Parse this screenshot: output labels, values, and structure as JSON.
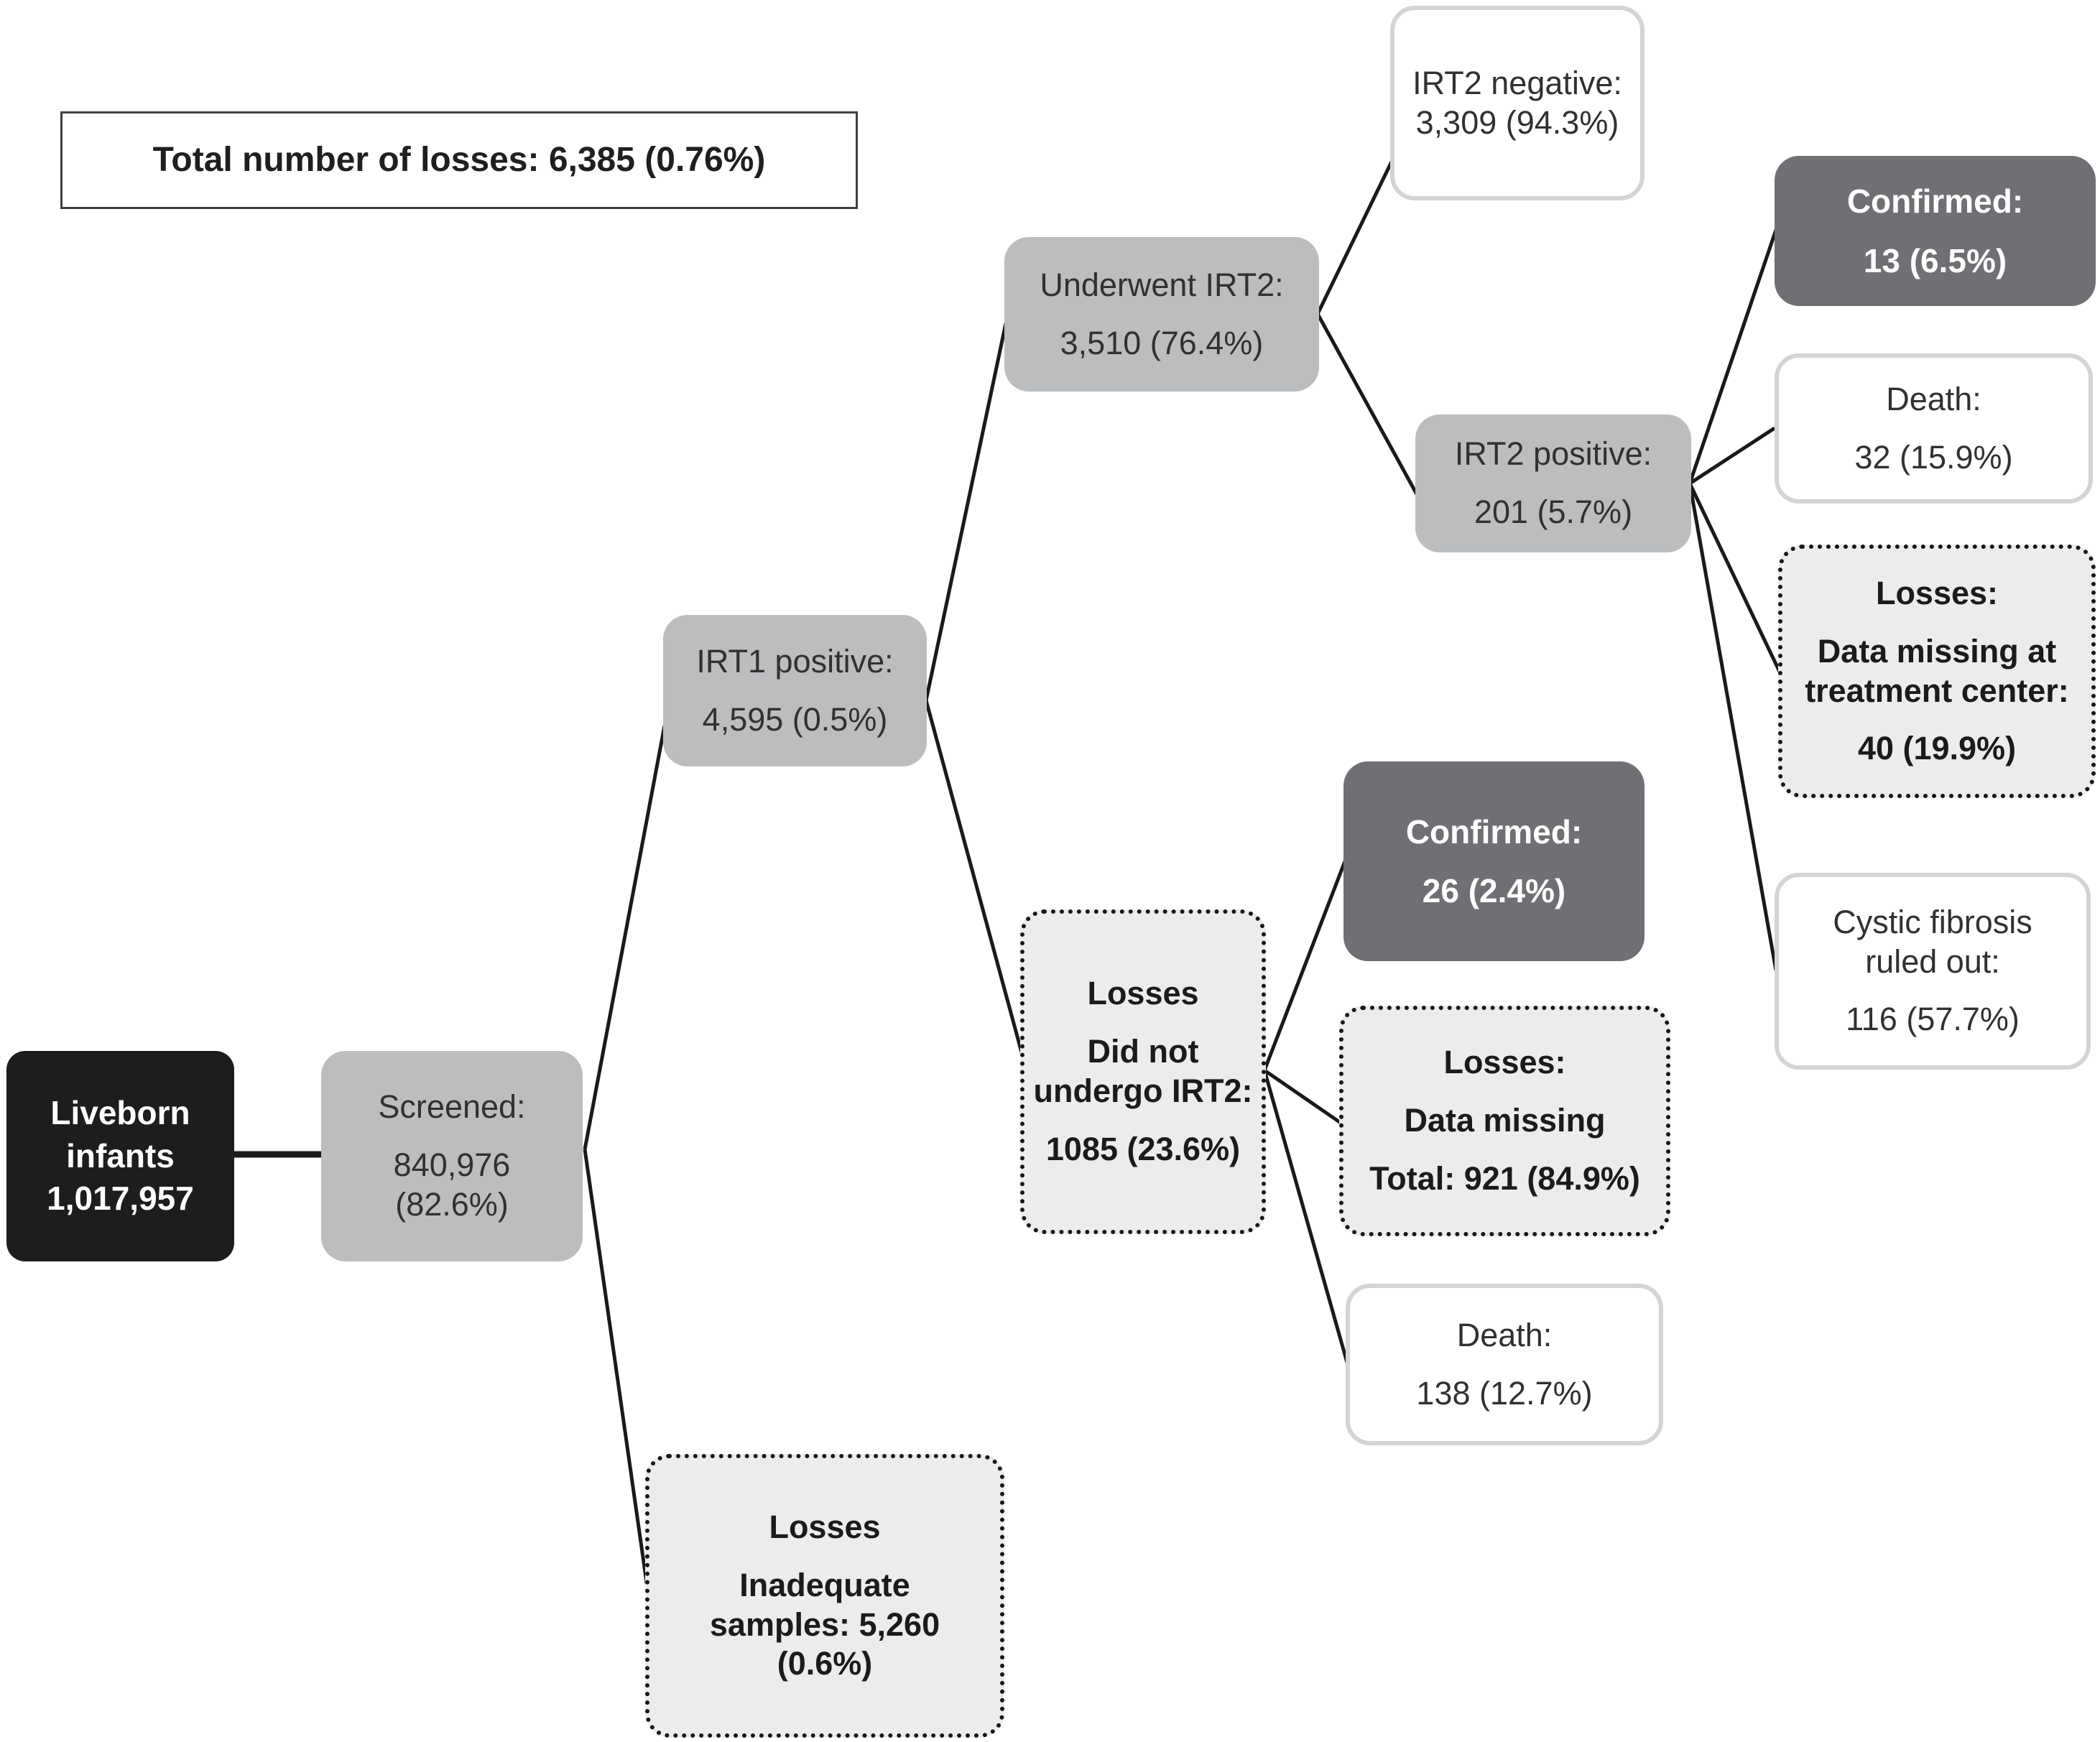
{
  "figure": {
    "type": "flow-diagram",
    "description": "Newborn screening cascade flowchart for cystic fibrosis with losses at each stage"
  },
  "colors": {
    "root_box": "#1d1d1e",
    "stage_box": "#bbbdbf",
    "confirmed_box": "#6f7073",
    "outcome_box_border": "#d2d4d5",
    "losses_box_bg": "#ececed",
    "losses_box_border": "#161616",
    "connector": "#1a1a1a",
    "text_dark": "#313131",
    "text_light": "#ffffff"
  },
  "nodes": {
    "total": {
      "lines": [
        "Total number of losses: 6,385 (0.76%)"
      ]
    },
    "liveborn": {
      "lines": [
        "Liveborn infants 1,017,957"
      ]
    },
    "screened": {
      "lines": [
        "Screened:",
        "840,976 (82.6%)"
      ]
    },
    "irt1_positive": {
      "lines": [
        "IRT1 positive:",
        "4,595 (0.5%)"
      ]
    },
    "underwent_irt2": {
      "lines": [
        "Underwent IRT2:",
        "3,510 (76.4%)"
      ]
    },
    "irt2_negative": {
      "lines": [
        "IRT2 negative: 3,309 (94.3%)"
      ]
    },
    "irt2_positive": {
      "lines": [
        "IRT2 positive:",
        "201 (5.7%)"
      ]
    },
    "confirmed_irt2": {
      "lines": [
        "Confirmed:",
        "13 (6.5%)"
      ]
    },
    "death_irt2": {
      "lines": [
        "Death:",
        "32 (15.9%)"
      ]
    },
    "losses_treatment_center": {
      "lines": [
        "Losses:",
        "Data missing at treatment center:",
        "40 (19.9%)"
      ]
    },
    "cf_ruled_out": {
      "lines": [
        "Cystic fibrosis ruled out:",
        "116 (57.7%)"
      ]
    },
    "losses_no_irt2": {
      "lines": [
        "Losses",
        "Did not undergo IRT2:",
        "1085 (23.6%)"
      ]
    },
    "confirmed_no_irt2": {
      "lines": [
        "Confirmed:",
        "26 (2.4%)"
      ]
    },
    "losses_data_missing": {
      "lines": [
        "Losses:",
        "Data missing",
        "Total: 921 (84.9%)"
      ]
    },
    "death_no_irt2": {
      "lines": [
        "Death:",
        "138 (12.7%)"
      ]
    },
    "losses_inadequate": {
      "lines": [
        "Losses",
        "Inadequate samples: 5,260 (0.6%)"
      ]
    }
  }
}
